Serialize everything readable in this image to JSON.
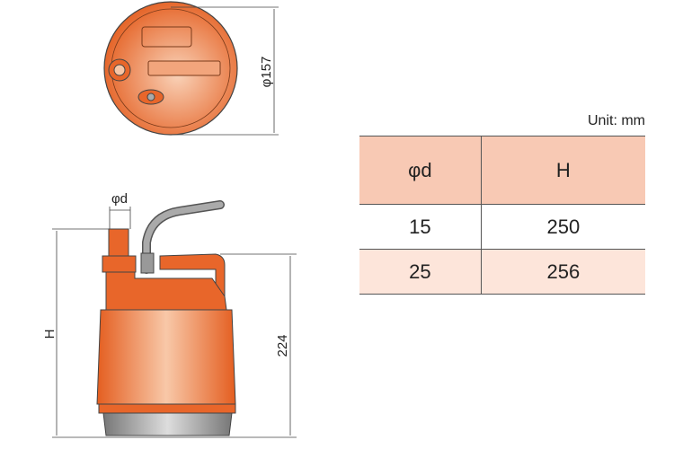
{
  "drawing": {
    "top_view_diameter_label": "φ157",
    "outlet_label": "φd",
    "height_label": "H",
    "body_height_label": "224",
    "colors": {
      "body": "#e8662a",
      "highlight": "#f7c6a6",
      "base": "#9a9a9a",
      "cable": "#a8a8a8"
    }
  },
  "table": {
    "unit": "Unit: mm",
    "headers": [
      "φd",
      "H"
    ],
    "rows": [
      [
        "15",
        "250"
      ],
      [
        "25",
        "256"
      ]
    ],
    "colors": {
      "header": "#f8c9b4",
      "alt_row": "#fde5da"
    }
  }
}
